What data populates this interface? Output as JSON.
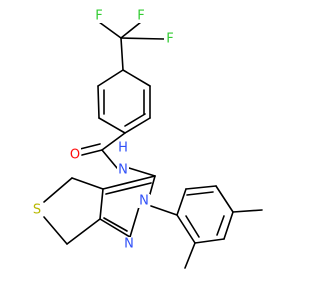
{
  "molecule": {
    "atom_labels": {
      "F1": "F",
      "F2": "F",
      "F3": "F",
      "O": "O",
      "NH": "N",
      "H": "H",
      "N2": "N",
      "N1": "N",
      "S": "S"
    },
    "colors": {
      "bond": "#000000",
      "F": "#33cc33",
      "O": "#ff0d0d",
      "N": "#3050f8",
      "S": "#b8b800",
      "C": "#000000",
      "background": "#ffffff"
    }
  }
}
